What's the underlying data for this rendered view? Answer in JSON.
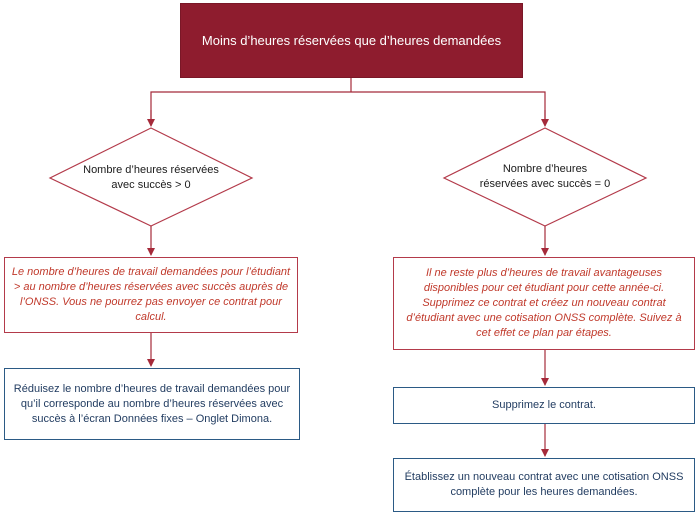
{
  "flowchart": {
    "start": "Moins d’heures réservées que d’heures demandées",
    "left_decision": "Nombre d’heures réservées avec succès > 0",
    "right_decision": "Nombre d’heures réservées avec succès = 0",
    "left_warning": "Le nombre d’heures de travail demandées pour l’étudiant > au nombre d’heures réservées avec succès auprès de l’ONSS. Vous ne pourrez pas envoyer ce contrat pour calcul.",
    "left_action": "Réduisez le nombre d’heures de travail demandées pour qu’il corresponde au nombre d’heures réservées avec succès à l’écran Données fixes – Onglet Dimona.",
    "right_warning": "Il ne reste plus d’heures de travail avantageuses disponibles pour cet étudiant pour cette année-ci. Supprimez ce contrat et créez un nouveau contrat d’étudiant avec une cotisation ONSS complète. Suivez à cet effet ce plan par étapes.",
    "right_step_1": "Supprimez le contrat.",
    "right_step_2": "Établissez un nouveau contrat avec une cotisation ONSS complète pour les heures demandées."
  },
  "colors": {
    "start_fill": "#8e1c2e",
    "connector": "#a52a3a",
    "warning_text": "#c0392b",
    "action_border": "#2b5a85"
  }
}
